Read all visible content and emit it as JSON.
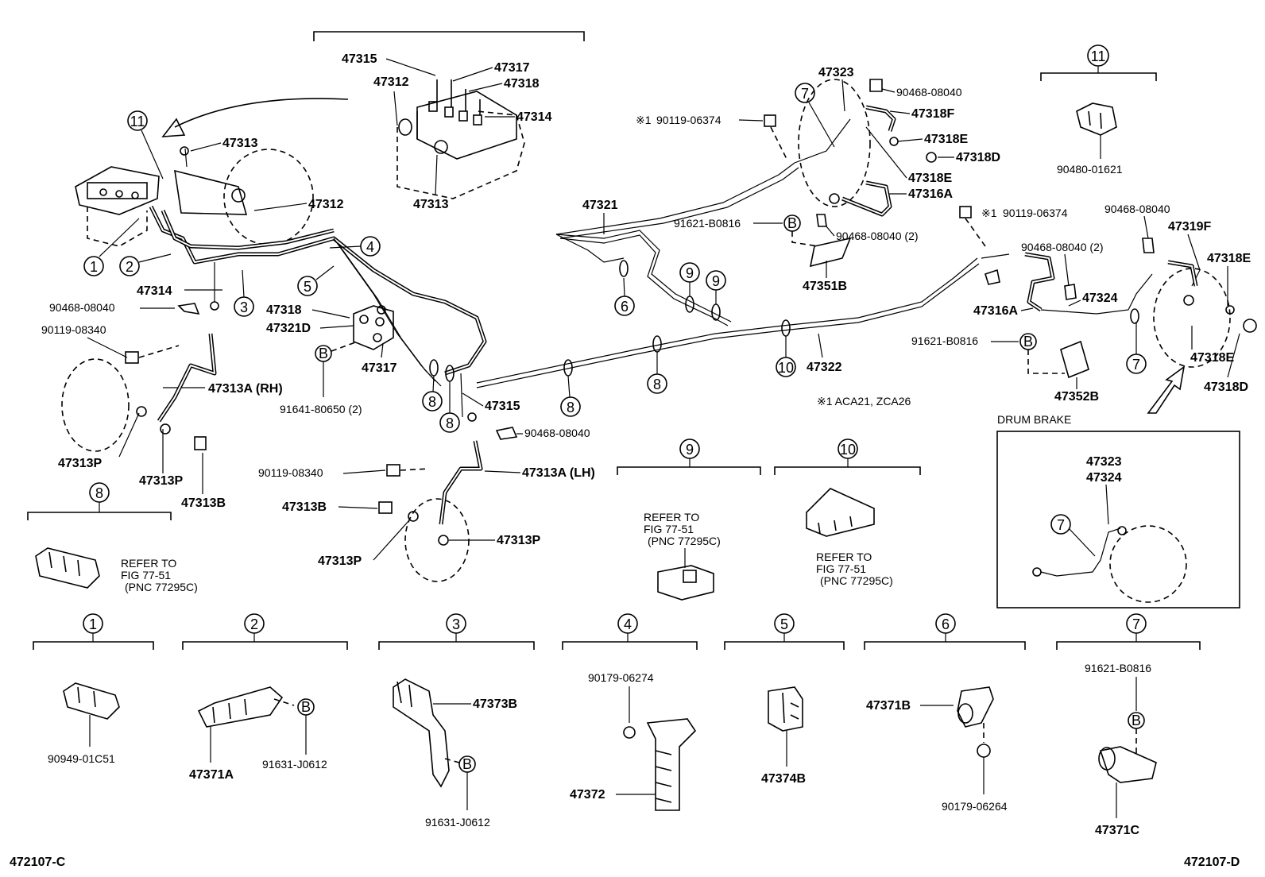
{
  "footer": {
    "left_code": "472107-C",
    "right_code": "472107-D"
  },
  "note": "※1 ACA21, ZCA26",
  "drum_brake": {
    "title": "DRUM BRAKE",
    "parts": [
      "47323",
      "47324"
    ],
    "callout": "7"
  },
  "refer": {
    "line1": "REFER TO",
    "line2": "FIG 77-51",
    "line3": "(PNC 77295C)"
  },
  "brackets": [
    {
      "num": "1",
      "parts": [
        "90949-01C51"
      ]
    },
    {
      "num": "2",
      "parts": [
        "47371A",
        "91631-J0612"
      ],
      "bolt": "B"
    },
    {
      "num": "3",
      "parts": [
        "47373B",
        "91631-J0612"
      ],
      "bolt": "B"
    },
    {
      "num": "4",
      "parts": [
        "90179-06274",
        "47372"
      ]
    },
    {
      "num": "5",
      "parts": [
        "47374B"
      ]
    },
    {
      "num": "6",
      "parts": [
        "47371B",
        "90179-06264"
      ]
    },
    {
      "num": "7",
      "parts": [
        "91621-B0816",
        "47371C"
      ],
      "bolt": "B"
    },
    {
      "num": "8"
    },
    {
      "num": "9"
    },
    {
      "num": "10"
    },
    {
      "num": "11",
      "parts": [
        "90480-01621"
      ]
    }
  ],
  "labels": {
    "p47315_top": "47315",
    "p47317_top": "47317",
    "p47318_top": "47318",
    "p47312_top": "47312",
    "p47314_top": "47314",
    "p47313_top": "47313",
    "p47313_left": "47313",
    "p47312_left": "47312",
    "p47314_left": "47314",
    "p90468_left": "90468-08040",
    "p90119_left": "90119-08340",
    "p47313A_rh": "47313A (RH)",
    "p47313P_a": "47313P",
    "p47313P_b": "47313P",
    "p47313B_left": "47313B",
    "p47318_mid": "47318",
    "p47321D": "47321D",
    "p47317_mid": "47317",
    "p91641": "91641-80650 (2)",
    "p47315_mid": "47315",
    "p90468_mid": "90468-08040",
    "p90119_mid": "90119-08340",
    "p47313A_lh": "47313A (LH)",
    "p47313B_mid": "47313B",
    "p47313P_c": "47313P",
    "p47313P_d": "47313P",
    "p47321": "47321",
    "p47322": "47322",
    "p90119_06374_a": "90119-06374",
    "p47323": "47323",
    "p90468_r1": "90468-08040",
    "p47318F": "47318F",
    "p47318E_a": "47318E",
    "p47318D_a": "47318D",
    "p47318E_b": "47318E",
    "p47316A_a": "47316A",
    "p91621_a": "91621-B0816",
    "p90468_r2": "90468-08040 (2)",
    "p47351B": "47351B",
    "p90119_06374_b": "90119-06374",
    "p90468_r3": "90468-08040",
    "p47319F": "47319F",
    "p90468_r4": "90468-08040 (2)",
    "p47318E_c": "47318E",
    "p47316A_b": "47316A",
    "p47324": "47324",
    "p91621_b": "91621-B0816",
    "p47352B": "47352B",
    "p47318E_d": "47318E",
    "p47318D_b": "47318D",
    "bolt": "B",
    "mark1": "※1"
  }
}
